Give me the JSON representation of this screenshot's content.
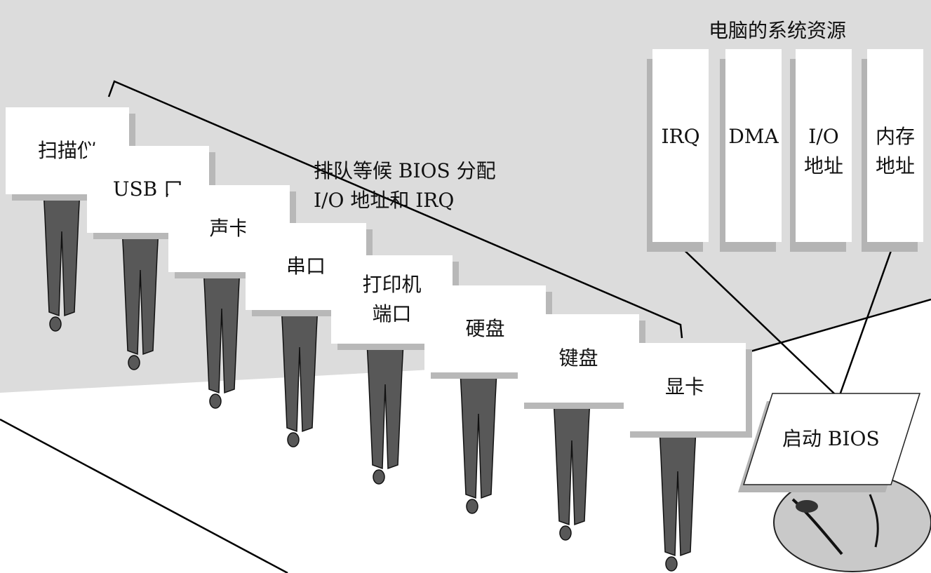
{
  "title": "电脑的系统资源",
  "queue_label": {
    "line1": "排队等候 BIOS 分配",
    "line2": "I/O 地址和 IRQ"
  },
  "devices": [
    {
      "line1": "扫描仪",
      "line2": ""
    },
    {
      "line1": "USB 口",
      "line2": ""
    },
    {
      "line1": "声卡",
      "line2": ""
    },
    {
      "line1": "串口",
      "line2": ""
    },
    {
      "line1": "打印机",
      "line2": "端口"
    },
    {
      "line1": "硬盘",
      "line2": ""
    },
    {
      "line1": "键盘",
      "line2": ""
    },
    {
      "line1": "显卡",
      "line2": ""
    }
  ],
  "resources": [
    {
      "line1": "IRQ",
      "line2": ""
    },
    {
      "line1": "DMA",
      "line2": ""
    },
    {
      "line1": "I/O",
      "line2": "地址"
    },
    {
      "line1": "内存",
      "line2": "地址"
    }
  ],
  "bios_label": "启动 BIOS",
  "colors": {
    "wall": "#dcdcdc",
    "floor": "#ffffff",
    "figure": "#555555",
    "shadow": "#b8b8b8"
  }
}
